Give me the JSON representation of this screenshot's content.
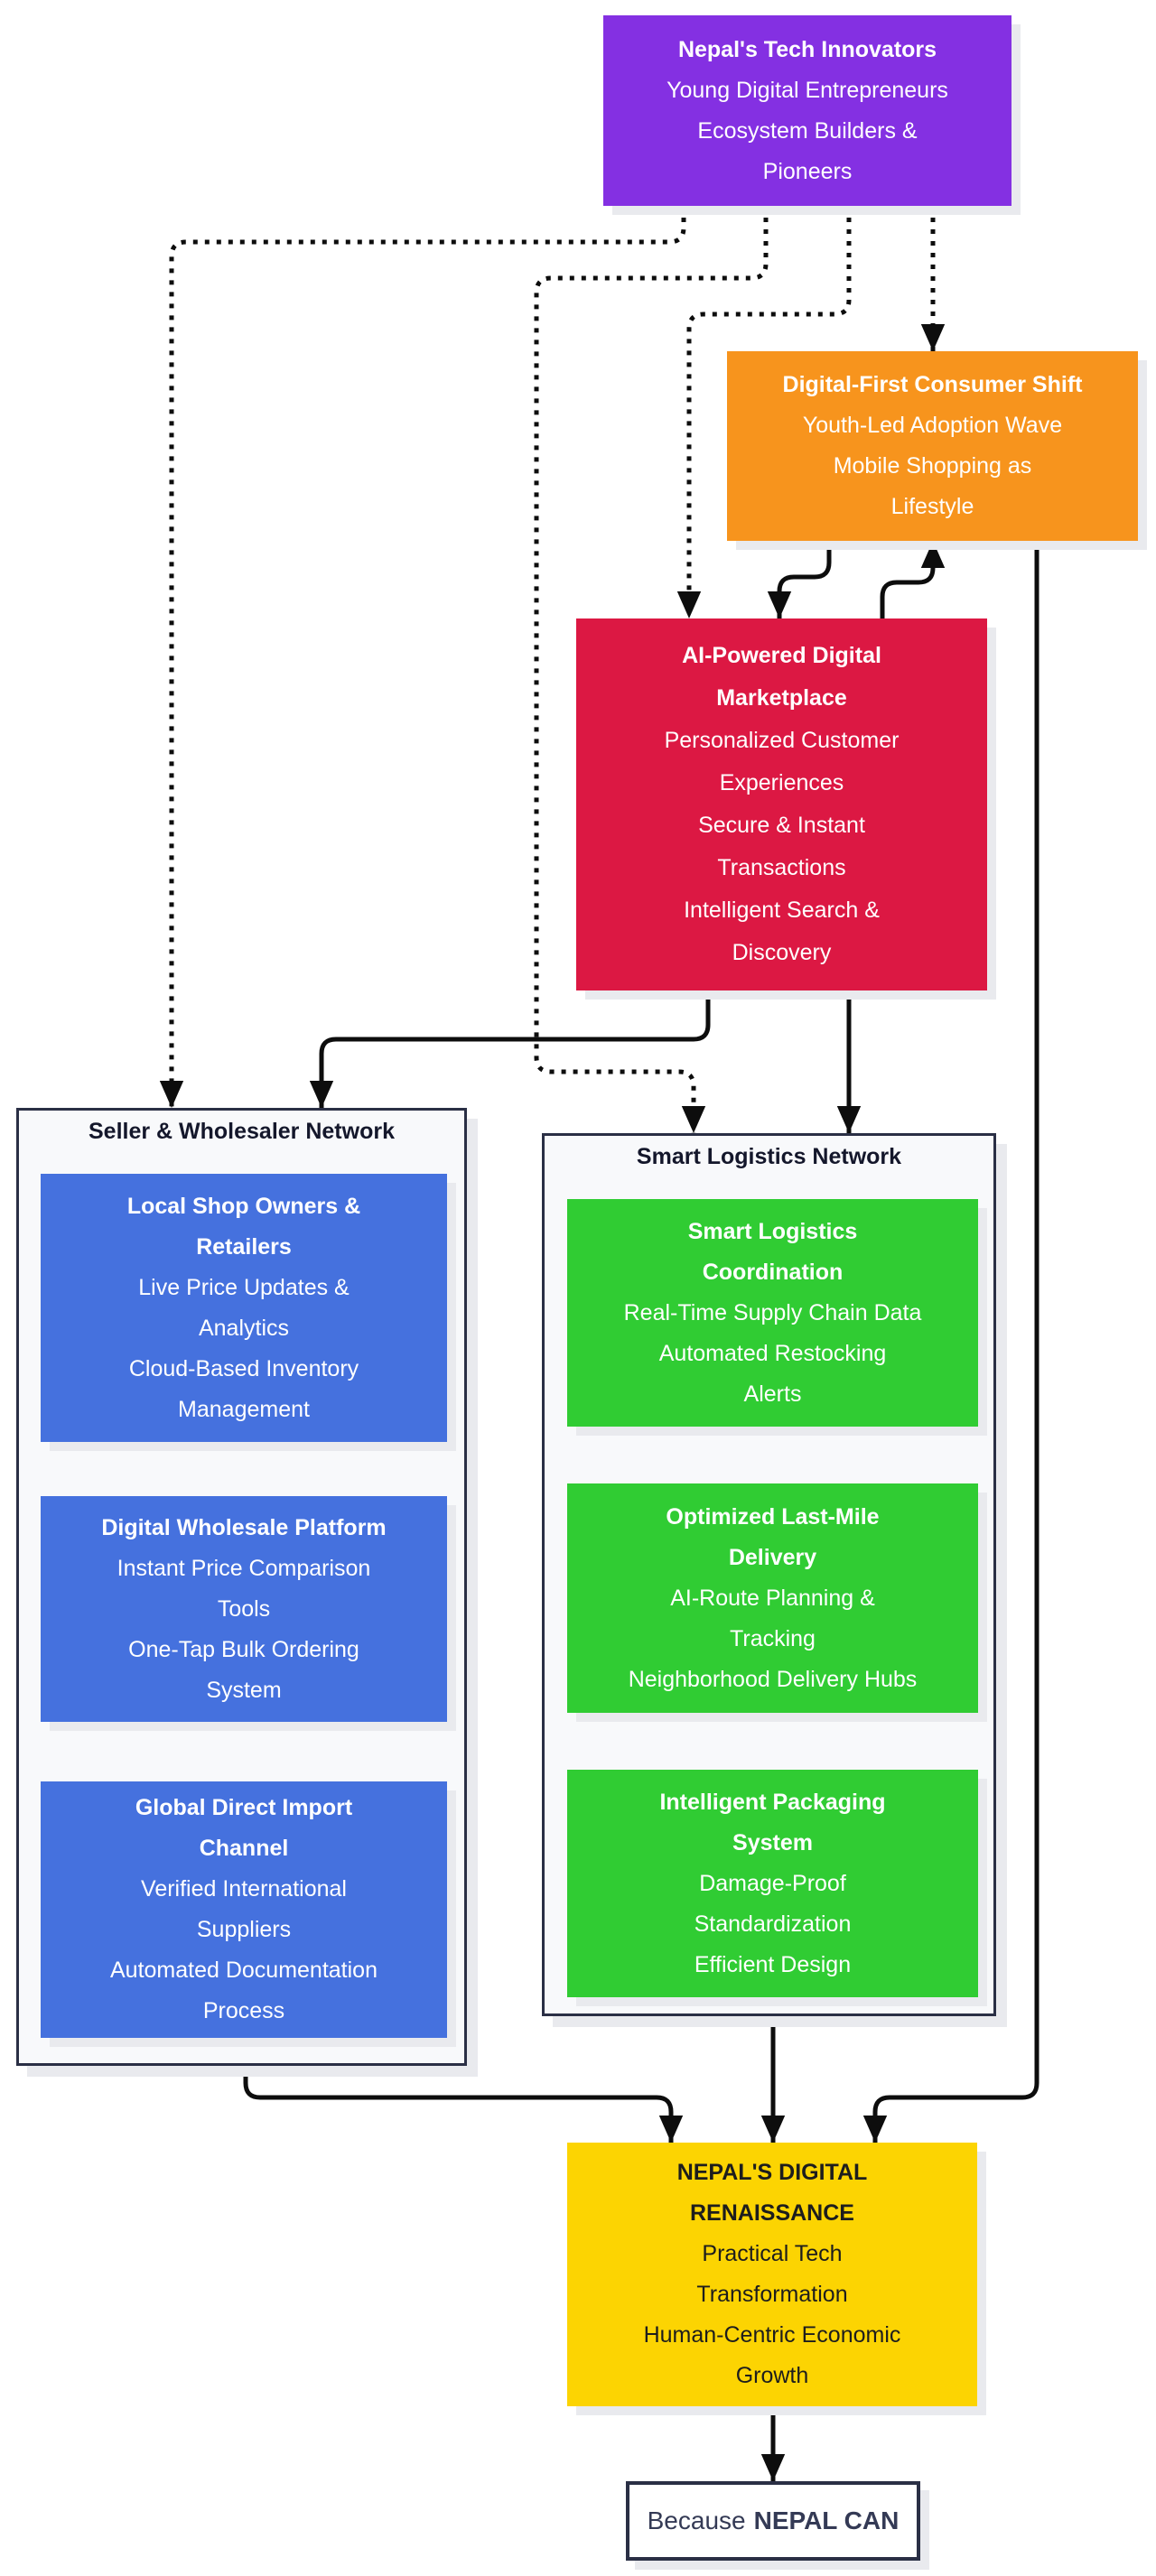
{
  "diagram": {
    "nodes": {
      "innovators": {
        "lines": [
          "Nepal's Tech Innovators",
          "Young Digital Entrepreneurs",
          "Ecosystem Builders &",
          "Pioneers"
        ]
      },
      "consumer_shift": {
        "lines": [
          "Digital-First Consumer Shift",
          "Youth-Led Adoption Wave",
          "Mobile Shopping as",
          "Lifestyle"
        ]
      },
      "marketplace": {
        "lines": [
          "AI-Powered Digital",
          "Marketplace",
          "Personalized Customer",
          "Experiences",
          "Secure & Instant",
          "Transactions",
          "Intelligent Search &",
          "Discovery"
        ]
      },
      "local_shops": {
        "lines": [
          "Local Shop Owners &",
          "Retailers",
          "Live Price Updates &",
          "Analytics",
          "Cloud-Based Inventory",
          "Management"
        ]
      },
      "wholesale_platform": {
        "lines": [
          "Digital Wholesale Platform",
          "Instant Price Comparison",
          "Tools",
          "One-Tap Bulk Ordering",
          "System"
        ]
      },
      "import_channel": {
        "lines": [
          "Global Direct Import",
          "Channel",
          "Verified International",
          "Suppliers",
          "Automated Documentation",
          "Process"
        ]
      },
      "logistics_coordination": {
        "lines": [
          "Smart Logistics",
          "Coordination",
          "Real-Time Supply Chain Data",
          "Automated Restocking",
          "Alerts"
        ]
      },
      "last_mile": {
        "lines": [
          "Optimized Last-Mile",
          "Delivery",
          "AI-Route Planning &",
          "Tracking",
          "Neighborhood Delivery Hubs"
        ]
      },
      "packaging": {
        "lines": [
          "Intelligent Packaging",
          "System",
          "Damage-Proof",
          "Standardization",
          "Efficient Design"
        ]
      },
      "renaissance": {
        "lines": [
          "NEPAL'S DIGITAL",
          "RENAISSANCE",
          "Practical Tech",
          "Transformation",
          "Human-Centric Economic",
          "Growth"
        ]
      }
    },
    "groups": {
      "seller": {
        "title": "Seller & Wholesaler Network"
      },
      "logistics": {
        "title": "Smart Logistics Network"
      }
    },
    "footer": {
      "prefix": "Because",
      "emphasis": "NEPAL CAN"
    },
    "edges": [
      {
        "from": "innovators",
        "to": "seller_network",
        "style": "dotted"
      },
      {
        "from": "innovators",
        "to": "logistics_network",
        "style": "dotted"
      },
      {
        "from": "innovators",
        "to": "marketplace",
        "style": "dotted"
      },
      {
        "from": "innovators",
        "to": "consumer_shift",
        "style": "dotted"
      },
      {
        "from": "consumer_shift",
        "to": "marketplace",
        "style": "solid"
      },
      {
        "from": "marketplace",
        "to": "consumer_shift",
        "style": "solid"
      },
      {
        "from": "consumer_shift",
        "to": "renaissance",
        "style": "solid"
      },
      {
        "from": "marketplace",
        "to": "seller_network",
        "style": "solid"
      },
      {
        "from": "marketplace",
        "to": "logistics_network",
        "style": "solid"
      },
      {
        "from": "local_shops",
        "to": "wholesale_platform",
        "style": "solid"
      },
      {
        "from": "wholesale_platform",
        "to": "import_channel",
        "style": "solid"
      },
      {
        "from": "logistics_coordination",
        "to": "last_mile",
        "style": "solid"
      },
      {
        "from": "last_mile",
        "to": "packaging",
        "style": "solid"
      },
      {
        "from": "seller_network",
        "to": "renaissance",
        "style": "solid"
      },
      {
        "from": "logistics_network",
        "to": "renaissance",
        "style": "solid"
      },
      {
        "from": "renaissance",
        "to": "because_nepal_can",
        "style": "solid"
      }
    ],
    "colors": {
      "purple": "#8430E2",
      "orange": "#F7941D",
      "red": "#DC1843",
      "blue": "#4571DE",
      "green": "#30CC33",
      "yellow": "#FCD402",
      "container-border": "#2A2F45",
      "container-bg": "#F8F9FB",
      "shadow": "#E9EAEE",
      "edge": "#0D0D0D",
      "footer-text": "#343A55",
      "dark-text": "#1D1D1D"
    }
  }
}
